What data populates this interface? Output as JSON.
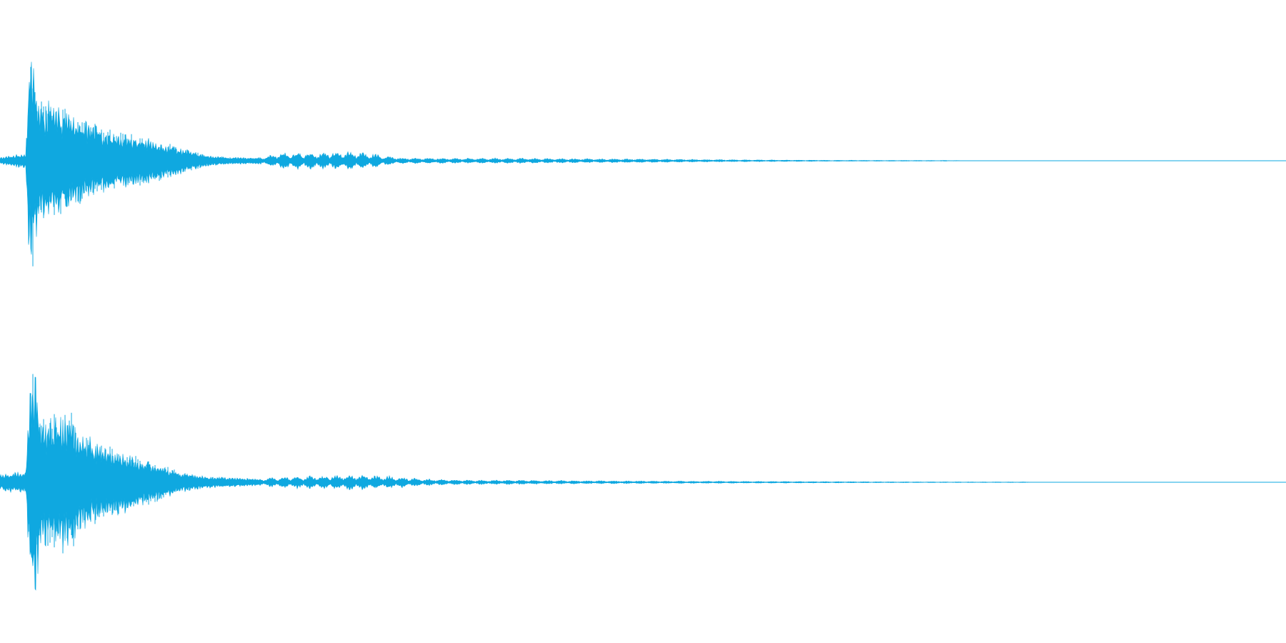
{
  "waveform": {
    "color": "#0fa8e0",
    "background": "#ffffff",
    "channel_count": 2,
    "channels": [
      {
        "envelope": [
          [
            0.0,
            0.03
          ],
          [
            0.01,
            0.05
          ],
          [
            0.02,
            0.07
          ],
          [
            0.023,
            0.98
          ],
          [
            0.026,
            0.92
          ],
          [
            0.03,
            0.55
          ],
          [
            0.04,
            0.52
          ],
          [
            0.06,
            0.4
          ],
          [
            0.08,
            0.3
          ],
          [
            0.1,
            0.24
          ],
          [
            0.12,
            0.19
          ],
          [
            0.14,
            0.12
          ],
          [
            0.16,
            0.05
          ],
          [
            0.18,
            0.03
          ],
          [
            0.2,
            0.03
          ],
          [
            0.22,
            0.08
          ],
          [
            0.25,
            0.08
          ],
          [
            0.27,
            0.09
          ],
          [
            0.29,
            0.07
          ],
          [
            0.31,
            0.03
          ],
          [
            0.35,
            0.025
          ],
          [
            0.4,
            0.025
          ],
          [
            0.45,
            0.02
          ],
          [
            0.5,
            0.018
          ],
          [
            0.55,
            0.012
          ],
          [
            0.6,
            0.008
          ],
          [
            0.65,
            0.005
          ],
          [
            0.7,
            0.004
          ],
          [
            0.74,
            0.003
          ],
          [
            0.76,
            0.0
          ],
          [
            1.0,
            0.0
          ]
        ]
      },
      {
        "envelope": [
          [
            0.0,
            0.07
          ],
          [
            0.01,
            0.09
          ],
          [
            0.02,
            0.09
          ],
          [
            0.024,
            0.98
          ],
          [
            0.028,
            0.95
          ],
          [
            0.032,
            0.55
          ],
          [
            0.056,
            0.62
          ],
          [
            0.06,
            0.45
          ],
          [
            0.08,
            0.33
          ],
          [
            0.1,
            0.25
          ],
          [
            0.12,
            0.17
          ],
          [
            0.14,
            0.09
          ],
          [
            0.16,
            0.05
          ],
          [
            0.18,
            0.04
          ],
          [
            0.2,
            0.03
          ],
          [
            0.22,
            0.05
          ],
          [
            0.25,
            0.06
          ],
          [
            0.28,
            0.07
          ],
          [
            0.31,
            0.05
          ],
          [
            0.33,
            0.03
          ],
          [
            0.37,
            0.02
          ],
          [
            0.4,
            0.02
          ],
          [
            0.45,
            0.015
          ],
          [
            0.5,
            0.012
          ],
          [
            0.55,
            0.01
          ],
          [
            0.6,
            0.008
          ],
          [
            0.65,
            0.006
          ],
          [
            0.7,
            0.004
          ],
          [
            0.76,
            0.003
          ],
          [
            0.8,
            0.003
          ],
          [
            0.81,
            0.0
          ],
          [
            1.0,
            0.0
          ]
        ]
      }
    ]
  }
}
